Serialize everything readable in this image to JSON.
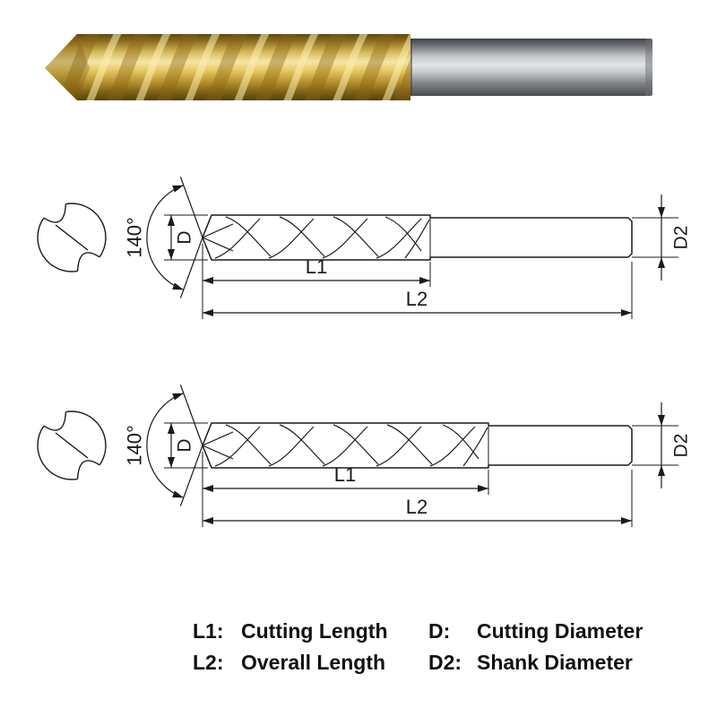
{
  "photo": {
    "coating_gold": "#D8A62A",
    "shank_gray": "#9A9DA1"
  },
  "drawings": [
    {
      "point_angle": "140°",
      "dim_d": "D",
      "dim_d2": "D2",
      "dim_l1": "L1",
      "dim_l2": "L2"
    },
    {
      "point_angle": "140°",
      "dim_d": "D",
      "dim_d2": "D2",
      "dim_l1": "L1",
      "dim_l2": "L2"
    }
  ],
  "legend": [
    {
      "key": "L1:",
      "label": "Cutting Length"
    },
    {
      "key": "D:",
      "label": "Cutting Diameter"
    },
    {
      "key": "L2:",
      "label": "Overall Length"
    },
    {
      "key": "D2:",
      "label": "Shank Diameter"
    }
  ]
}
